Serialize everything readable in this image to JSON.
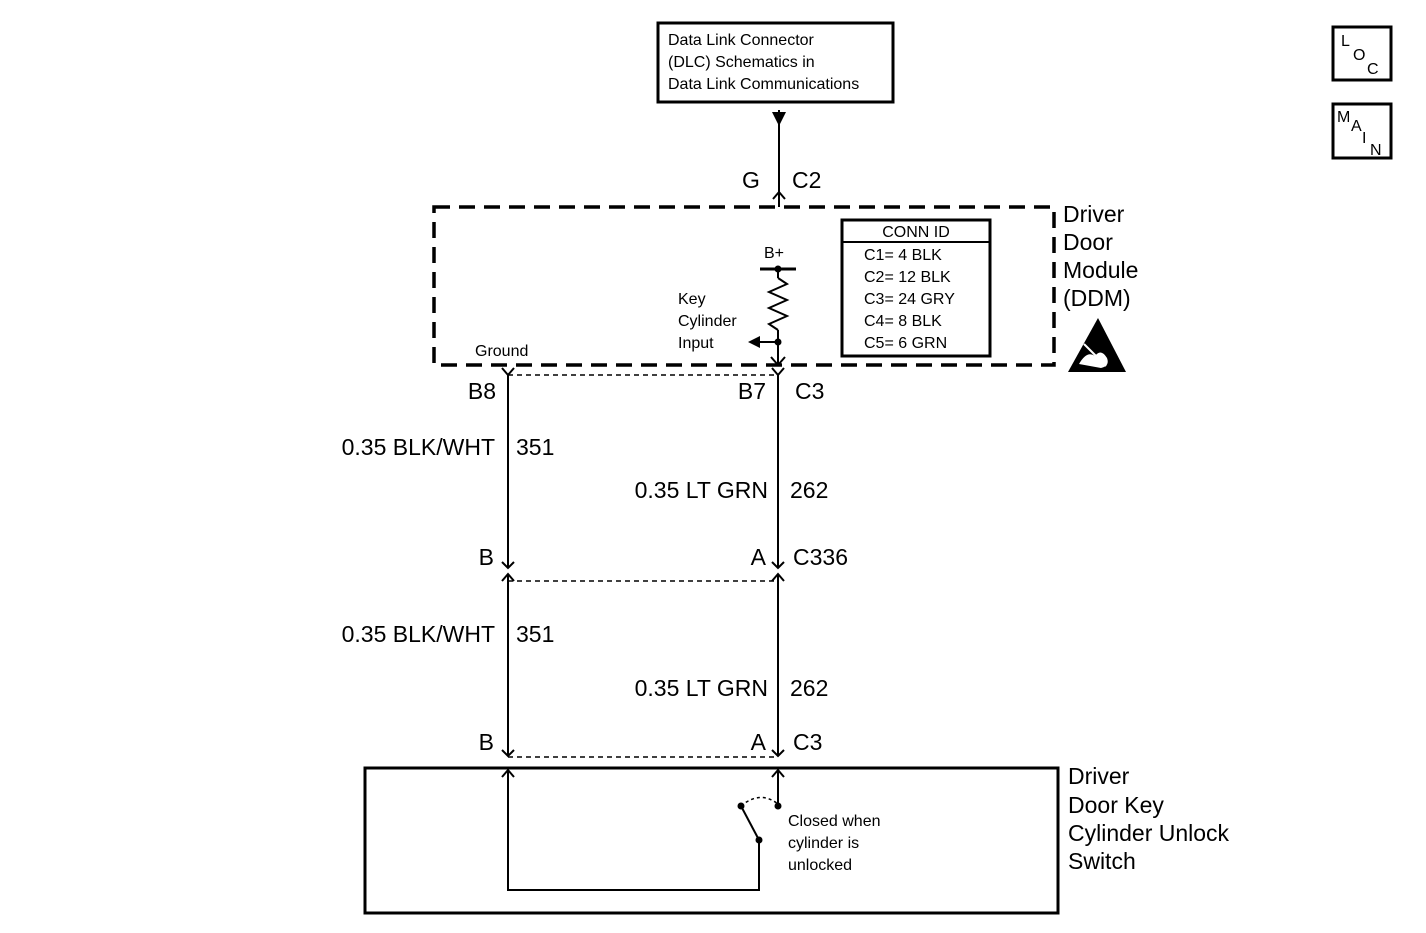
{
  "dlc_box": {
    "lines": [
      "Data Link Connector",
      "(DLC) Schematics in",
      "Data Link Communications"
    ]
  },
  "nav": {
    "loc_icon": "loc-icon",
    "main_icon": "main-icon",
    "loc_letters": [
      "L",
      "O",
      "C"
    ],
    "main_letters": [
      "M",
      "A",
      "I",
      "N"
    ]
  },
  "ddm_top_connector": {
    "pin": "G",
    "connector": "C2"
  },
  "ddm": {
    "name_lines": [
      "Driver",
      "Door",
      "Module",
      "(DDM)"
    ],
    "esd_icon": "esd-sensitive-icon",
    "bplus": "B+",
    "key_input_lines": [
      "Key",
      "Cylinder",
      "Input"
    ],
    "ground": "Ground",
    "conn_id": {
      "title": "CONN ID",
      "rows": [
        "C1= 4 BLK",
        "C2= 12 BLK",
        "C3= 24 GRY",
        "C4= 8 BLK",
        "C5= 6 GRN"
      ]
    }
  },
  "ddm_bottom_connector": {
    "pin_left": "B8",
    "pin_right": "B7",
    "connector": "C3"
  },
  "wires_upper": [
    {
      "spec": "0.35 BLK/WHT",
      "circuit": "351"
    },
    {
      "spec": "0.35 LT GRN",
      "circuit": "262"
    }
  ],
  "inline_connector": {
    "pin_left": "B",
    "pin_right": "A",
    "connector": "C336"
  },
  "wires_lower": [
    {
      "spec": "0.35 BLK/WHT",
      "circuit": "351"
    },
    {
      "spec": "0.35 LT GRN",
      "circuit": "262"
    }
  ],
  "switch_connector": {
    "pin_left": "B",
    "pin_right": "A",
    "connector": "C3"
  },
  "switch": {
    "name_lines": [
      "Driver",
      "Door Key",
      "Cylinder Unlock",
      "Switch"
    ],
    "note_lines": [
      "Closed when",
      "cylinder is",
      "unlocked"
    ]
  }
}
